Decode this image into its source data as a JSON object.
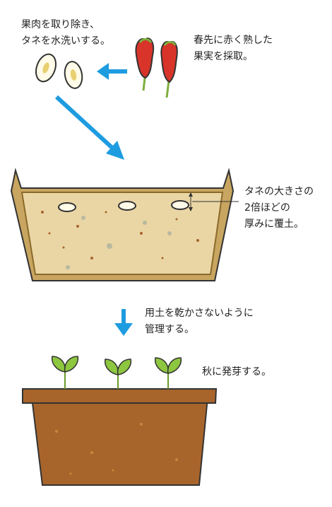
{
  "steps": {
    "remove_flesh": "果肉を取り除き、\nタネを水洗いする。",
    "harvest": "春先に赤く熟した\n果実を採取。",
    "cover_soil": "タネの大きさの\n2倍ほどの\n厚みに覆土。",
    "manage": "用土を乾かさないように\n管理する。",
    "germinate": "秋に発芽する。"
  },
  "colors": {
    "arrow": "#1e9ce0",
    "fruit": "#d8342a",
    "stem": "#7fae3c",
    "tray_frame": "#8a6a2a",
    "soil_light": "#ead6a5",
    "soil_dark": "#a8652b",
    "leaf": "#8dc63f"
  }
}
